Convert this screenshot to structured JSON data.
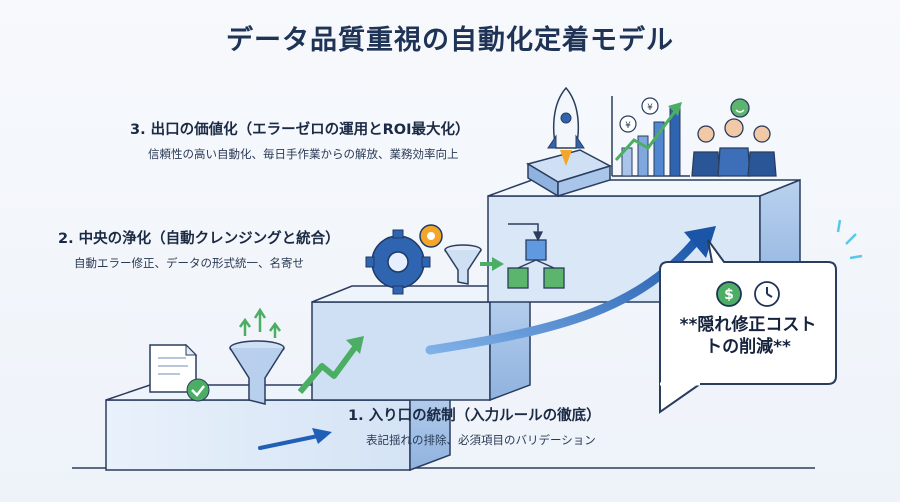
{
  "title": "データ品質重視の自動化定着モデル",
  "stages": [
    {
      "heading": "1. 入り口の統制（入力ルールの徹底）",
      "description": "表記揺れの排除、必須項目のバリデーション"
    },
    {
      "heading": "2. 中央の浄化（自動クレンジングと統合）",
      "description": "自動エラー修正、データの形式統一、名寄せ"
    },
    {
      "heading": "3. 出口の価値化（エラーゼロの運用とROI最大化）",
      "description": "信頼性の高い自動化、毎日手作業からの解放、業務効率向上"
    }
  ],
  "callout": {
    "text": "**隠れ修正コスト\nトの削減**"
  },
  "icons": {
    "document": "document-check-icon",
    "funnel": "funnel-icon",
    "gears": "gears-icon",
    "cubes": "data-cubes-icon",
    "rocket": "rocket-icon",
    "chart": "yen-growth-chart-icon",
    "people": "business-people-icon",
    "dollar": "dollar-coin-icon",
    "clock": "clock-icon"
  },
  "colors": {
    "navy": "#1f3356",
    "step_face": "#dfeaf8",
    "step_side": "#9fbfe6",
    "arrow_blue": "#1f5fb5",
    "arrow_green": "#4cae64",
    "accent_cyan": "#59c7e8"
  }
}
